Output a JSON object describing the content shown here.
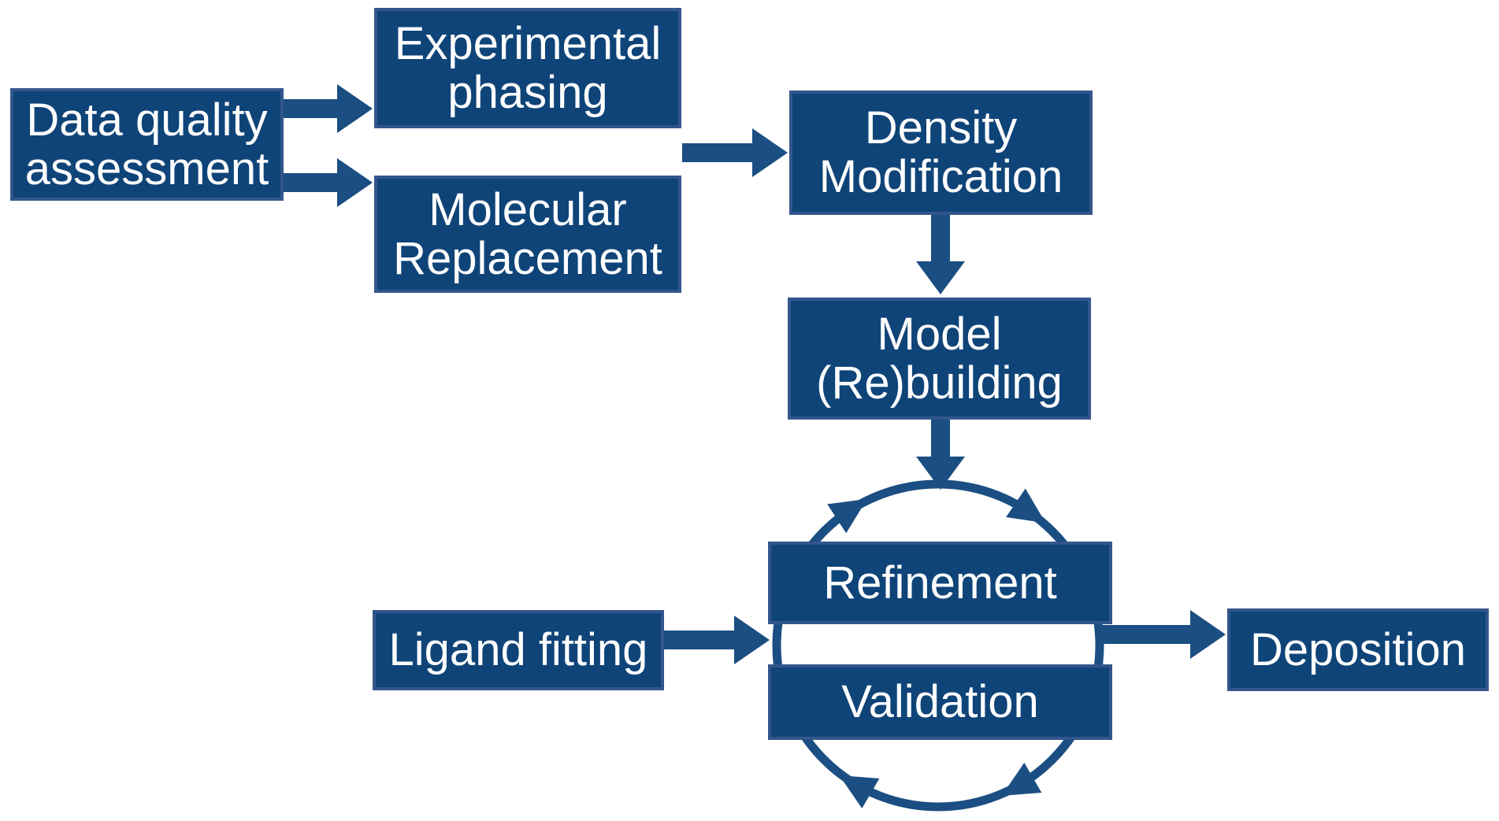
{
  "colors": {
    "box_fill": "#0f4478",
    "box_border": "#33568c",
    "arrow": "#1b4e82",
    "text": "#ffffff",
    "background": "#ffffff"
  },
  "boxes": {
    "data_quality": {
      "lines": [
        "Data quality",
        "assessment"
      ]
    },
    "experimental_phasing": {
      "lines": [
        "Experimental",
        "phasing"
      ]
    },
    "molecular_replacement": {
      "lines": [
        "Molecular",
        "Replacement"
      ]
    },
    "density_modification": {
      "lines": [
        "Density",
        "Modification"
      ]
    },
    "model_rebuilding": {
      "lines": [
        "Model",
        "(Re)building"
      ]
    },
    "refinement": {
      "lines": [
        "Refinement"
      ]
    },
    "validation": {
      "lines": [
        "Validation"
      ]
    },
    "ligand_fitting": {
      "lines": [
        "Ligand fitting"
      ]
    },
    "deposition": {
      "lines": [
        "Deposition"
      ]
    }
  },
  "connections": [
    {
      "from": "data_quality",
      "to": "experimental_phasing",
      "type": "straight-arrow"
    },
    {
      "from": "data_quality",
      "to": "molecular_replacement",
      "type": "straight-arrow"
    },
    {
      "from": "experimental_phasing + molecular_replacement",
      "to": "density_modification",
      "type": "straight-arrow"
    },
    {
      "from": "density_modification",
      "to": "model_rebuilding",
      "type": "straight-arrow"
    },
    {
      "from": "model_rebuilding",
      "to": "refinement_validation_cycle",
      "type": "straight-arrow"
    },
    {
      "from": "ligand_fitting",
      "to": "refinement_validation_cycle",
      "type": "straight-arrow"
    },
    {
      "from": "refinement_validation_cycle",
      "to": "deposition",
      "type": "straight-arrow"
    }
  ],
  "cycle": {
    "members": [
      "refinement",
      "validation"
    ],
    "direction": "clockwise",
    "arrowheads": 4
  }
}
